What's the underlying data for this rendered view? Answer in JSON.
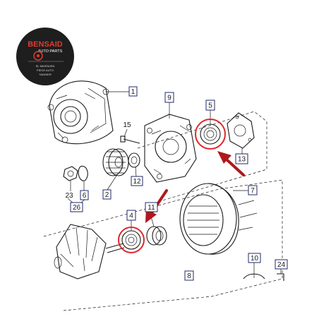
{
  "logo": {
    "brand": "BENSAID",
    "subtitle": "AUTO PARTS",
    "line1": "EL MASSAIRA",
    "line2": "PIECE AUTO",
    "line3": "TANGIER",
    "background": "#1e1e1e",
    "accent": "#e03a2f"
  },
  "callouts": {
    "c1": "1",
    "c9": "9",
    "c5": "5",
    "c15": "15",
    "c13": "13",
    "c12": "12",
    "c23": "23",
    "c6": "6",
    "c2": "2",
    "c26": "26",
    "c7": "7",
    "c4": "4",
    "c11": "11",
    "c10": "10",
    "c24": "24",
    "c8": "8"
  },
  "highlights": {
    "circle_color": "#e0262a",
    "arrow_color": "#b0181c",
    "highlighted_parts": [
      "5",
      "4"
    ]
  }
}
